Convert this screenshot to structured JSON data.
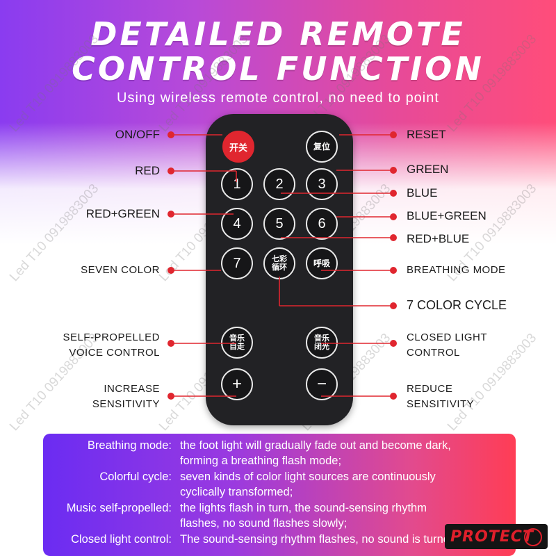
{
  "header": {
    "title_line1": "DETAILED REMOTE",
    "title_line2": "CONTROL FUNCTION",
    "subtitle": "Using wireless remote control, no need to point"
  },
  "remote": {
    "buttons": {
      "power": "开关",
      "reset": "复位",
      "b1": "1",
      "b2": "2",
      "b3": "3",
      "b4": "4",
      "b5": "5",
      "b6": "6",
      "b7": "7",
      "seven_cycle": "七彩\n循环",
      "breathing": "呼吸",
      "music_self": "音乐\n自走",
      "music_close": "音乐\n闭光",
      "plus": "+",
      "minus": "−"
    }
  },
  "labels": {
    "on_off": "ON/OFF",
    "red": "RED",
    "red_green": "RED+GREEN",
    "seven_color": "SEVEN COLOR",
    "self_propelled": "SELF-PROPELLED\nVOICE CONTROL",
    "increase": "INCREASE\nSENSITIVITY",
    "reset": "RESET",
    "green": "GREEN",
    "blue": "BLUE",
    "blue_green": "BLUE+GREEN",
    "red_blue": "RED+BLUE",
    "breathing_mode": "BREATHING MODE",
    "color_cycle": "7 COLOR CYCLE",
    "closed_light": "CLOSED LIGHT\nCONTROL",
    "reduce": "REDUCE\nSENSITIVITY"
  },
  "info": [
    {
      "key": "Breathing mode:",
      "value": "the foot light will gradually fade out and become dark,\nforming a breathing flash mode;"
    },
    {
      "key": "Colorful cycle:",
      "value": "seven kinds of color light sources are continuously\ncyclically transformed;"
    },
    {
      "key": "Music self-propelled:",
      "value": "the lights flash in turn, the sound-sensing rhythm\nflashes, no sound flashes slowly;"
    },
    {
      "key": "Closed light control:",
      "value": "The sound-sensing rhythm flashes, no sound is turned off"
    }
  ],
  "watermark": "Led T10 0919883003",
  "logo": "PROTECT",
  "colors": {
    "accent_red": "#e0262f",
    "remote_body": "#222225"
  }
}
